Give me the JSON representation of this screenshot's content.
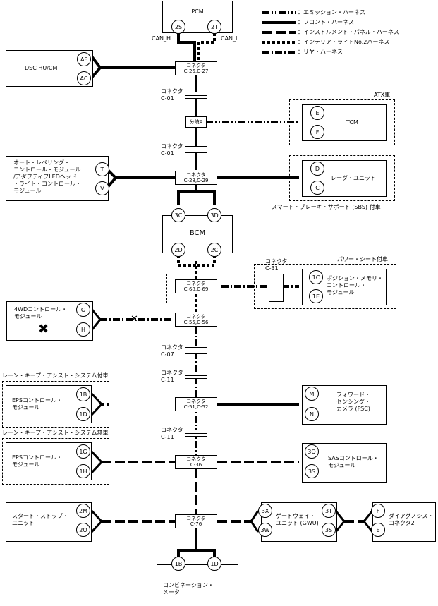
{
  "legend": [
    {
      "label": "：エミッション・ハーネス",
      "style": "dash-dot-dot"
    },
    {
      "label": "：フロント・ハーネス",
      "style": "solid"
    },
    {
      "label": "：インストルメント・パネル・ハーネス",
      "style": "long-dash"
    },
    {
      "label": "：インテリア・ライトNo.2ハーネス",
      "style": "dashed"
    },
    {
      "label": "：リヤ・ハーネス",
      "style": "dash-dot"
    }
  ],
  "modules": {
    "pcm": {
      "name": "PCM",
      "pin_left": "2S",
      "pin_right": "2T",
      "can_h": "CAN_H",
      "can_l": "CAN_L"
    },
    "dsc": {
      "name": "DSC HU/CM",
      "pin_top": "AF",
      "pin_bottom": "AC"
    },
    "tcm": {
      "name": "TCM",
      "pin_top": "E",
      "pin_bottom": "F",
      "note": "ATX車"
    },
    "lighting": {
      "name": "オート・レベリング・\nコントロール・モジュール\n/アダプティブLEDヘッド\n・ライト・コントロール・\nモジュール",
      "pin_top": "T",
      "pin_bottom": "V"
    },
    "radar": {
      "name": "レーダ・ユニット",
      "pin_top": "D",
      "pin_bottom": "C",
      "note": "スマート・ブレーキ・サポート (SBS) 付車"
    },
    "bcm": {
      "name": "BCM",
      "pin_tl": "3C",
      "pin_tr": "3D",
      "pin_bl": "2D",
      "pin_br": "2C"
    },
    "seat": {
      "name": "ポジション・メモリ・\nコントロール・\nモジュール",
      "pin_top": "1C",
      "pin_bottom": "1E",
      "note": "パワー・シート付車"
    },
    "awd": {
      "name": "4WDコントロール・\nモジュール",
      "pin_top": "G",
      "pin_bottom": "H"
    },
    "eps_with": {
      "name": "EPSコントロール・\nモジュール",
      "pin_top": "1B",
      "pin_bottom": "1D",
      "note": "レーン・キープ・アシスト・システム付車"
    },
    "fsc": {
      "name": "フォワード・\nセンシング・\nカメラ (FSC)",
      "pin_top": "M",
      "pin_bottom": "N"
    },
    "eps_without": {
      "name": "EPSコントロール・\nモジュール",
      "pin_top": "1G",
      "pin_bottom": "1H",
      "note": "レーン・キープ・アシスト・システム無車"
    },
    "sas": {
      "name": "SASコントロール・\nモジュール",
      "pin_top": "3Q",
      "pin_bottom": "3S"
    },
    "start_stop": {
      "name": "スタート・ストップ・\nユニット",
      "pin_top": "2M",
      "pin_bottom": "2O"
    },
    "gwu": {
      "name": "ゲートウェイ・\nユニット (GWU)",
      "pin_tl": "3X",
      "pin_bl": "3W",
      "pin_tr": "3T",
      "pin_br": "3S"
    },
    "diag": {
      "name": "ダイアグノシス・\nコネクタ2",
      "pin_top": "F",
      "pin_bottom": "E"
    },
    "meter": {
      "name": "コンビネーション・\nメータ",
      "pin_left": "1B",
      "pin_right": "1D"
    }
  },
  "connectors": {
    "c26": "コネクタ\nC-26,C-27",
    "c01a": "コネクタ\nC-01",
    "branch": "分岐A",
    "c01b": "コネクタ\nC-01",
    "c28": "コネクタ\nC-28,C-29",
    "c31": "コネクタ\nC-31",
    "c68": "コネクタ\nC-68,C-69",
    "c55": "コネクタ\nC-55,C-56",
    "c07": "コネクタ\nC-07",
    "c11a": "コネクタ\nC-11",
    "c51": "コネクタ\nC-51,C-52",
    "c11b": "コネクタ\nC-11",
    "c36": "コネクタ\nC-36",
    "c76": "コネクタ\nC-76"
  },
  "marks": {
    "error": "✖",
    "break": "✕"
  }
}
